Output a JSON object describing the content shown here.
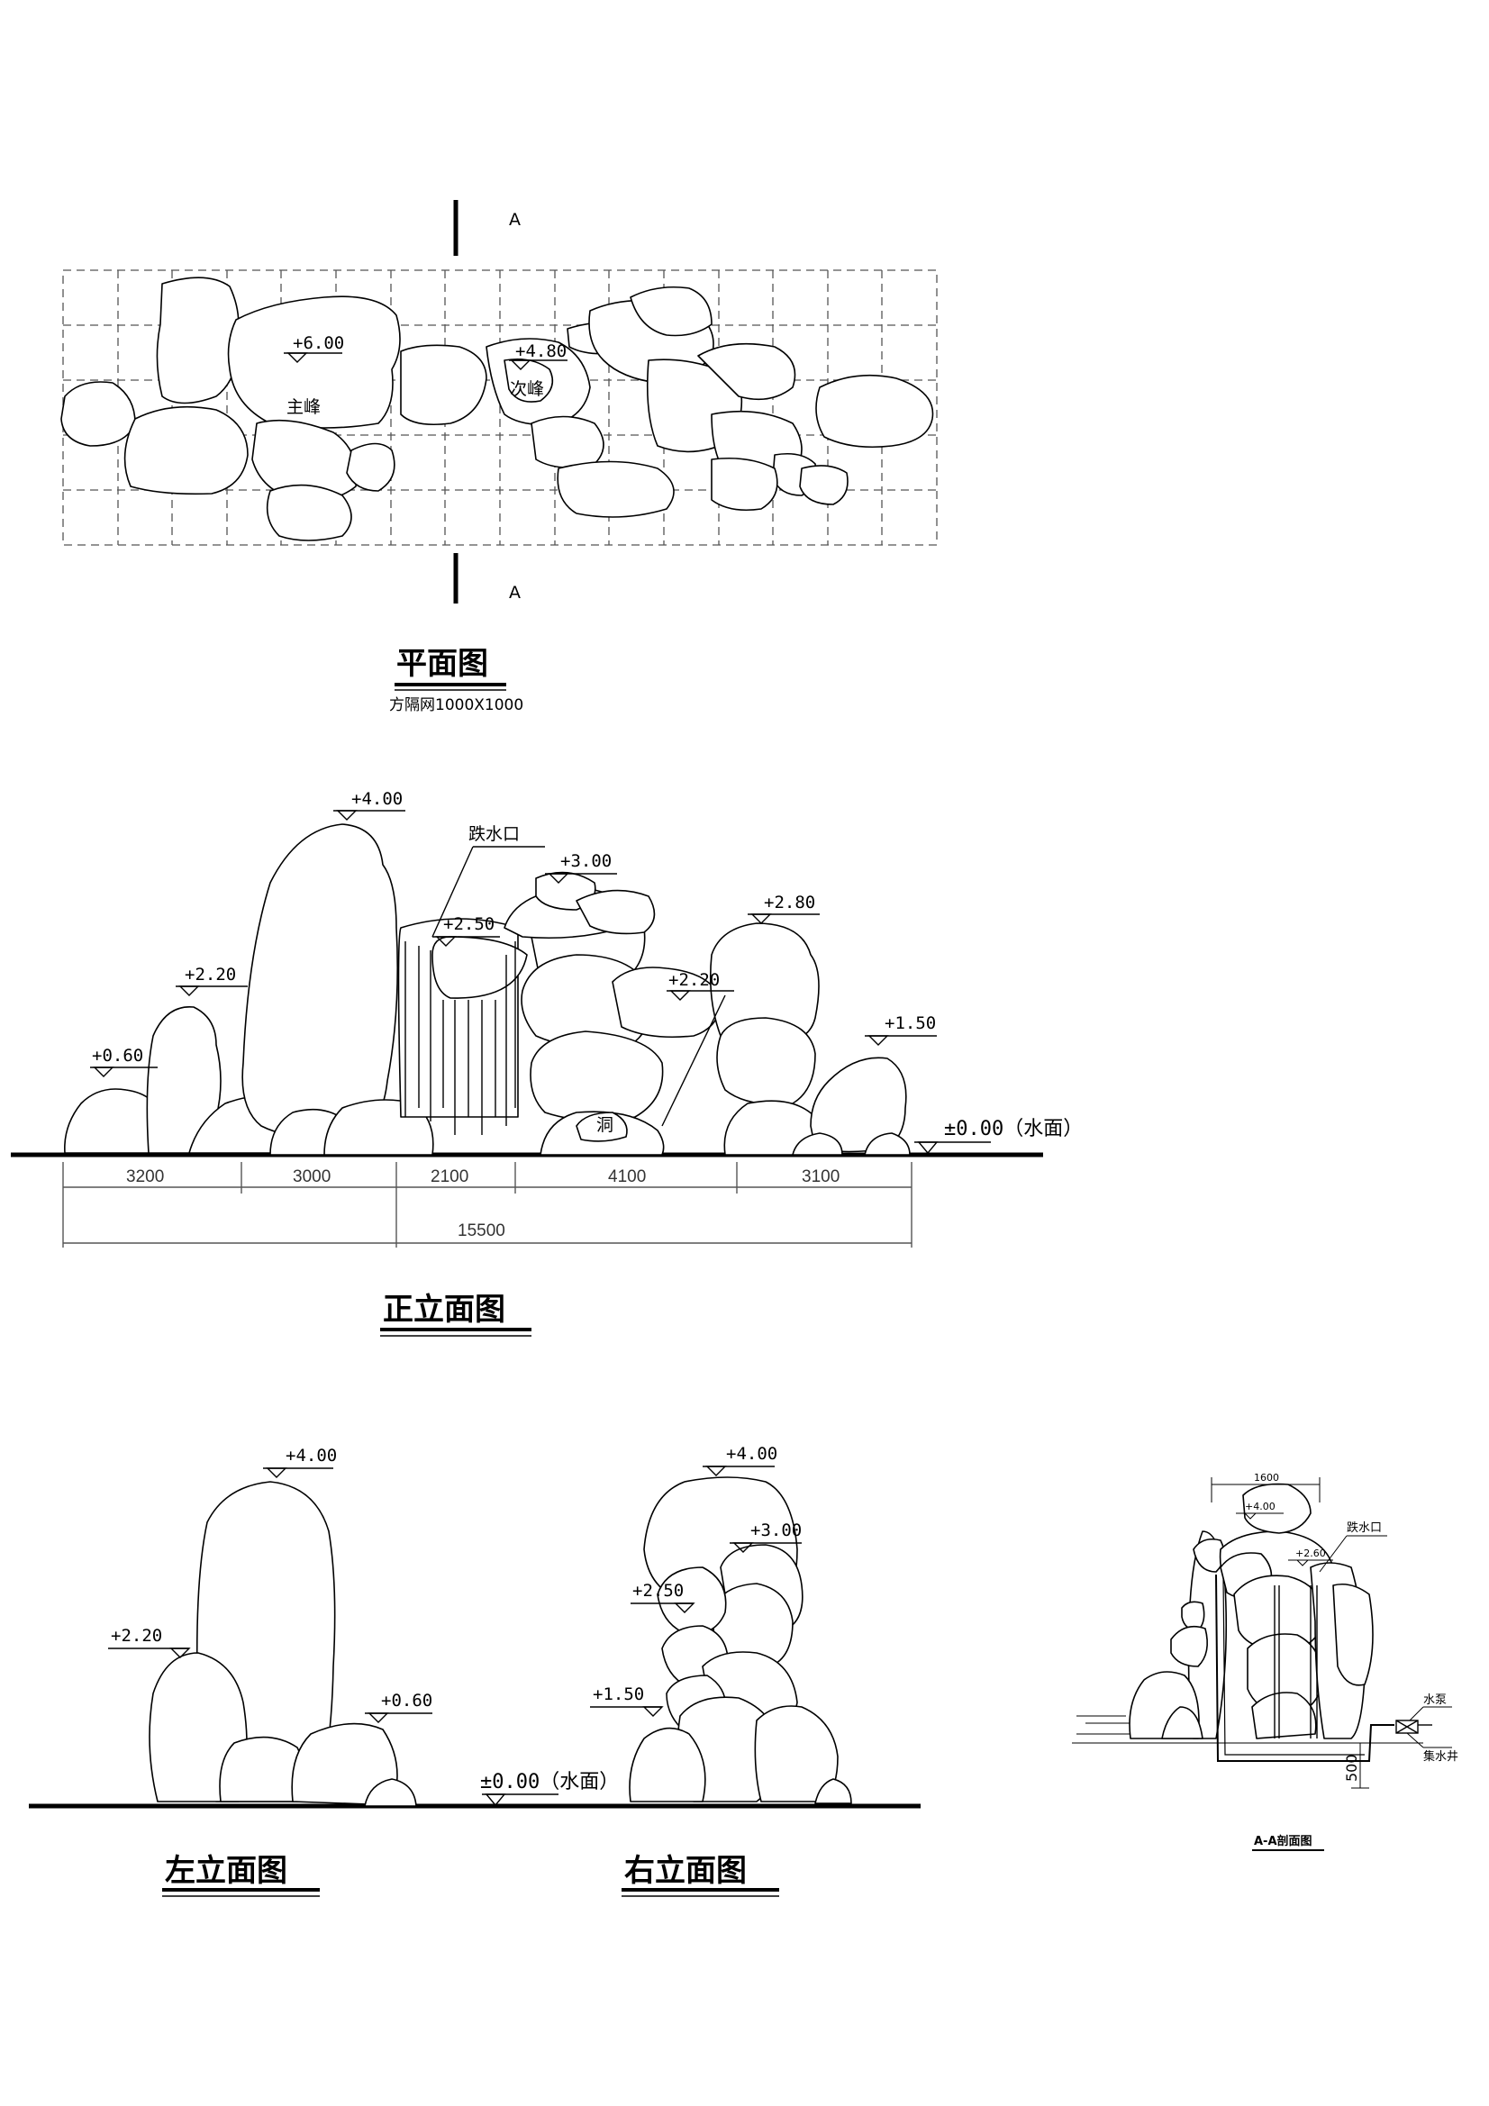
{
  "plan": {
    "title": "平面图",
    "subtitle": "方隔网1000X1000",
    "section_mark": "A",
    "main_peak": {
      "label": "主峰",
      "elev": "+6.00"
    },
    "sub_peak": {
      "label": "次峰",
      "elev": "+4.80"
    }
  },
  "front": {
    "title": "正立面图",
    "elevations": [
      "+4.00",
      "+3.00",
      "+2.80",
      "+2.50",
      "+2.20",
      "+2.20",
      "+1.50",
      "+0.60"
    ],
    "waterfall_label": "跌水口",
    "cave_label": "洞",
    "water_level": "±0.00（水面）",
    "dims": [
      "3200",
      "3000",
      "2100",
      "4100",
      "3100"
    ],
    "total": "15500"
  },
  "left": {
    "title": "左立面图",
    "elevations": [
      "+4.00",
      "+2.20",
      "+0.60"
    ]
  },
  "right": {
    "title": "右立面图",
    "elevations": [
      "+4.00",
      "+3.00",
      "+2.50",
      "+1.50"
    ],
    "water_level": "±0.00（水面）"
  },
  "section": {
    "title": "A-A剖面图",
    "width_dim": "1600",
    "elev_top": "+4.00",
    "elev_mid": "+2.60",
    "waterfall": "跌水口",
    "pump": "水泵",
    "well": "集水井",
    "depth": "500"
  }
}
